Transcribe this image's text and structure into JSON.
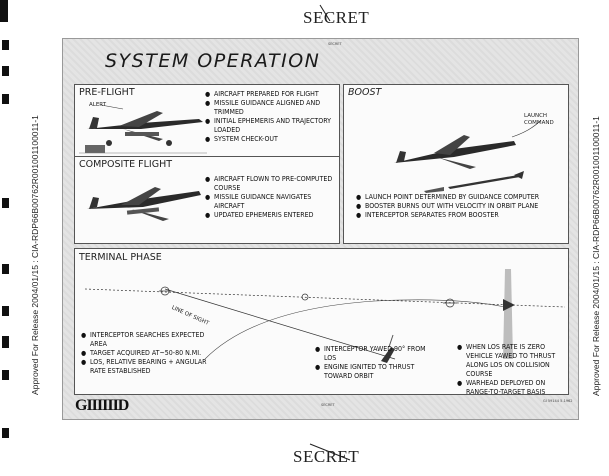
{
  "classification": {
    "top": "SECRET",
    "bottom": "SECRET",
    "sheet_tiny": "SECRET"
  },
  "release_stamp": {
    "left": "Approved For Release 2004/01/15 : CIA-RDP66B00762R001001100011-1",
    "right": "Approved For Release 2004/01/15 : CIA-RDP66B00762R001001100011-1"
  },
  "sheet": {
    "title": "SYSTEM OPERATION",
    "logo": "GIIIIIID",
    "footer_center": "SECRET",
    "footer_right": "GI 59144  5-1962"
  },
  "preflight": {
    "title": "PRE-FLIGHT",
    "label_alert": "ALERT",
    "bullets": [
      "AIRCRAFT PREPARED FOR FLIGHT",
      "MISSILE GUIDANCE ALIGNED AND TRIMMED",
      "INITIAL EPHEMERIS AND TRAJECTORY LOADED",
      "SYSTEM CHECK-OUT"
    ]
  },
  "composite": {
    "title": "COMPOSITE FLIGHT",
    "bullets": [
      "AIRCRAFT FLOWN TO PRE-COMPUTED COURSE",
      "MISSILE GUIDANCE NAVIGATES AIRCRAFT",
      "UPDATED EPHEMERIS ENTERED"
    ]
  },
  "boost": {
    "title": "BOOST",
    "label_launch": "LAUNCH COMMAND",
    "bullets": [
      "LAUNCH POINT DETERMINED BY GUIDANCE COMPUTER",
      "BOOSTER BURNS OUT WITH VELOCITY IN ORBIT PLANE",
      "INTERCEPTOR SEPARATES FROM BOOSTER"
    ]
  },
  "terminal": {
    "title": "TERMINAL PHASE",
    "label_los": "LINE OF SIGHT",
    "col1": [
      "INTERCEPTOR SEARCHES EXPECTED AREA",
      "TARGET ACQUIRED AT~50-80 N.MI.",
      "LOS, RELATIVE BEARING + ANGULAR RATE ESTABLISHED"
    ],
    "col2": [
      "INTERCEPTOR YAWED 90° FROM LOS",
      "ENGINE IGNITED TO THRUST TOWARD ORBIT"
    ],
    "col3": [
      "WHEN LOS RATE IS ZERO VEHICLE YAWED TO THRUST ALONG LOS ON COLLISION COURSE",
      "WARHEAD DEPLOYED ON RANGE-TO-TARGET BASIS"
    ]
  },
  "colors": {
    "ink": "#1a1a1a",
    "sheet": "#e4e4e4",
    "panel": "#fbfbfb"
  }
}
